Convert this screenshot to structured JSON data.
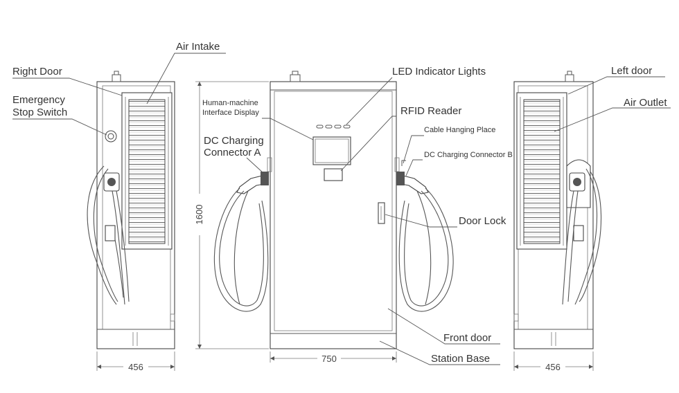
{
  "labels": {
    "air_intake": "Air Intake",
    "right_door": "Right Door",
    "emergency_line1": "Emergency",
    "emergency_line2": "Stop Switch",
    "hmi_line1": "Human-machine",
    "hmi_line2": "Interface Display",
    "dc_a_line1": "DC Charging",
    "dc_a_line2": "Connector A",
    "led_lights": "LED Indicator Lights",
    "rfid_reader": "RFID Reader",
    "cable_hanging": "Cable Hanging Place",
    "dc_b": "DC Charging Connector B",
    "door_lock": "Door Lock",
    "front_door": "Front door",
    "station_base": "Station Base",
    "left_door": "Left door",
    "air_outlet": "Air Outlet"
  },
  "dimensions": {
    "height": "1600",
    "left_width": "456",
    "front_width": "750",
    "right_width": "456"
  }
}
